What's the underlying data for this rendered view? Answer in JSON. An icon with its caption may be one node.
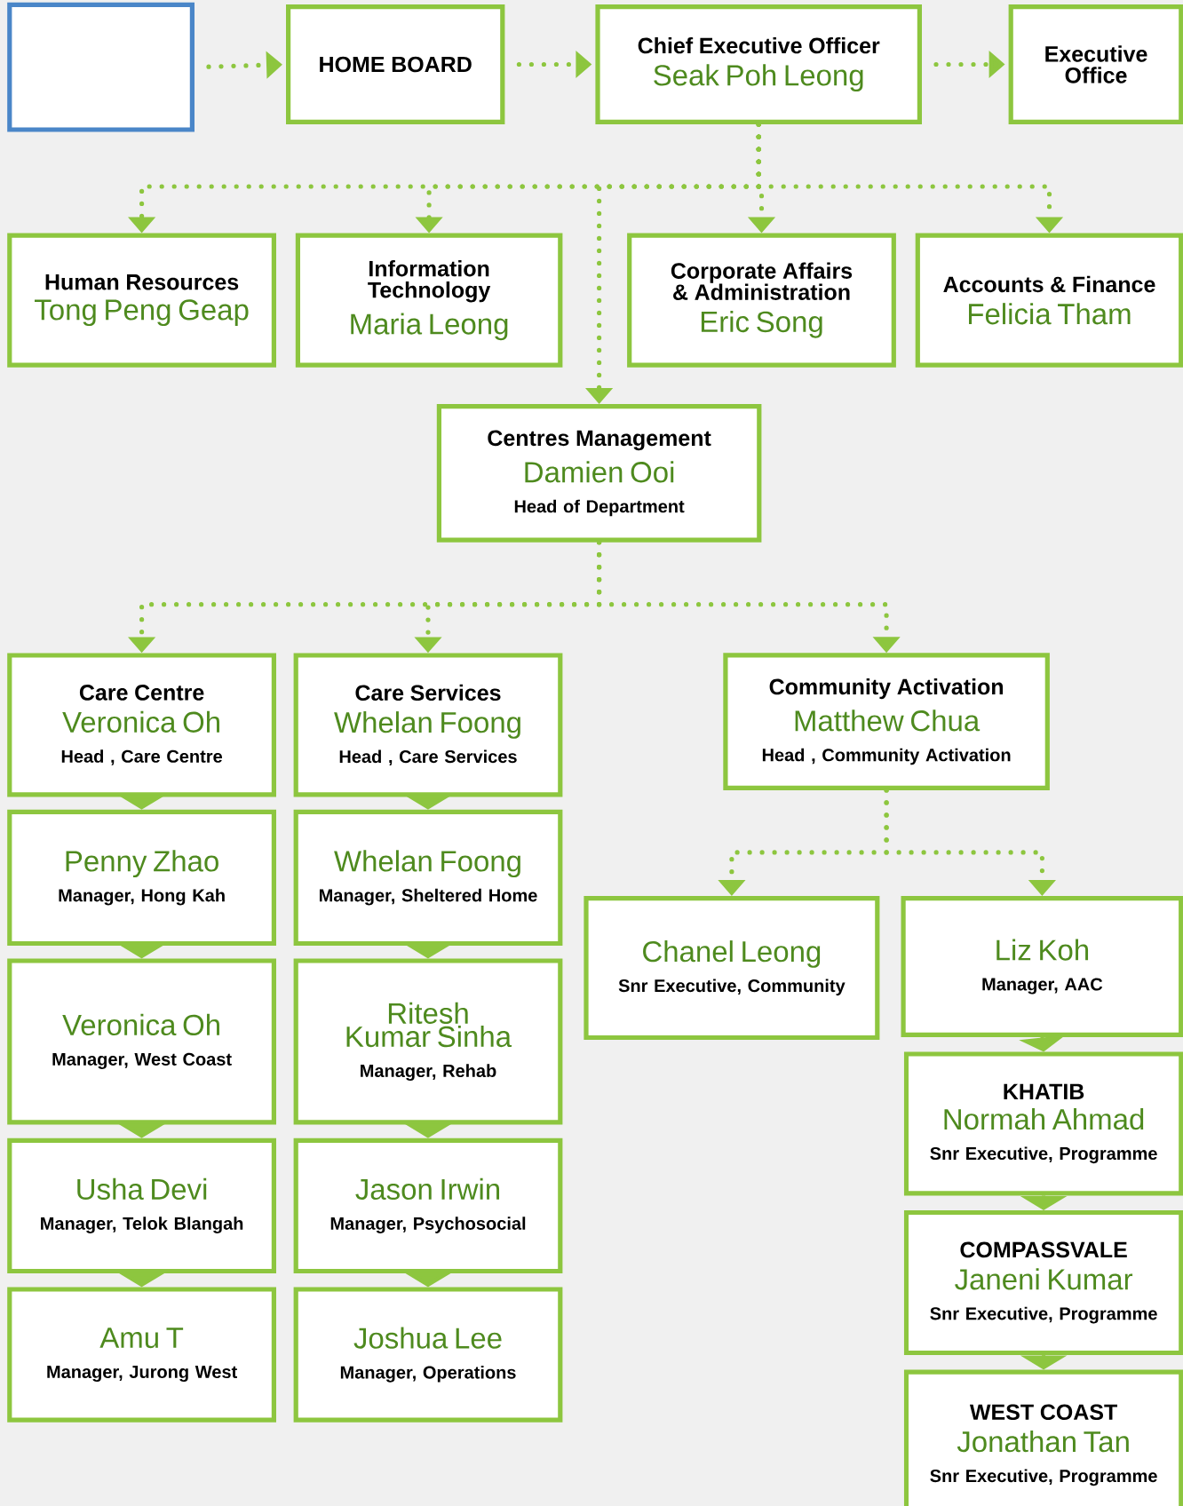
{
  "diagram": {
    "nodes": [
      {
        "text": [],
        "shape": "box"
      },
      {
        "text": [
          "HOME BOARD"
        ]
      },
      {
        "text": [
          "Chief Executive Officer",
          "Seak Poh Leong"
        ]
      },
      {
        "text": [
          "Executive Office"
        ]
      },
      {
        "text": [
          "Human Resources",
          "Tong Peng Geap"
        ]
      },
      {
        "text": [
          "Information Technology",
          "Maria Leong"
        ]
      },
      {
        "text": [
          "Corporate Affairs & Administration",
          "Eric Song"
        ]
      },
      {
        "text": [
          "Accounts & Finance",
          "Felicia Tham"
        ]
      },
      {
        "text": [
          "Centres Management",
          "Damien Ooi",
          "Head of Department"
        ]
      },
      {
        "text": [
          "Care Centre",
          "Veronica Oh",
          "Head , Care Centre"
        ]
      },
      {
        "text": [
          "Care Services",
          "Whelan Foong",
          "Head , Care Services"
        ]
      },
      {
        "text": [
          "Community Activation",
          "Matthew Chua",
          "Head , Community Activation"
        ]
      },
      {
        "text": [
          "Penny Zhao",
          "Manager, Hong Kah"
        ]
      },
      {
        "text": [
          "Whelan Foong",
          "Manager, Sheltered Home"
        ]
      },
      {
        "text": [
          "Chanel Leong",
          "Snr Executive, Community"
        ]
      },
      {
        "text": [
          "Liz Koh",
          "Manager, AAC"
        ]
      },
      {
        "text": [
          "Veronica Oh",
          "Manager, West Coast"
        ]
      },
      {
        "text": [
          "Ritesh Kumar Sinha",
          "Manager, Rehab"
        ]
      },
      {
        "text": [
          "KHATIB",
          "Normah Ahmad",
          "Snr Executive, Programme"
        ]
      },
      {
        "text": [
          "Usha Devi",
          "Manager, Telok Blangah"
        ]
      },
      {
        "text": [
          "Jason Irwin",
          "Manager, Psychosocial"
        ]
      },
      {
        "text": [
          "COMPASSVALE",
          "Janeni Kumar",
          "Snr Executive, Programme"
        ]
      },
      {
        "text": [
          "Amu T",
          "Manager, Jurong West"
        ]
      },
      {
        "text": [
          "Joshua Lee",
          "Manager, Operations"
        ]
      },
      {
        "text": [
          "WEST COAST",
          "Jonathan Tan",
          "Snr Executive, Programme"
        ]
      }
    ],
    "edges": [
      {
        "from": 0,
        "to": 1,
        "arrow": "to",
        "style": "dashed"
      },
      {
        "from": 1,
        "to": 2,
        "arrow": "to",
        "style": "dashed"
      },
      {
        "from": 2,
        "to": 3,
        "arrow": "to",
        "style": "dashed"
      },
      {
        "from": 2,
        "to": 4,
        "arrow": "to",
        "style": "dashed"
      },
      {
        "from": 2,
        "to": 5,
        "arrow": "to",
        "style": "dashed"
      },
      {
        "from": 2,
        "to": 6,
        "arrow": "to",
        "style": "dashed"
      },
      {
        "from": 2,
        "to": 7,
        "arrow": "to",
        "style": "dashed"
      },
      {
        "from": 2,
        "to": 8,
        "arrow": "to",
        "style": "dashed"
      },
      {
        "from": 8,
        "to": 9,
        "arrow": "to",
        "style": "dashed"
      },
      {
        "from": 8,
        "to": 10,
        "arrow": "to",
        "style": "dashed"
      },
      {
        "from": 8,
        "to": 11,
        "arrow": "to",
        "style": "dashed"
      },
      {
        "from": 9,
        "to": 12,
        "arrow": "to"
      },
      {
        "from": 12,
        "to": 16,
        "arrow": "to"
      },
      {
        "from": 16,
        "to": 19,
        "arrow": "to"
      },
      {
        "from": 19,
        "to": 22,
        "arrow": "to"
      },
      {
        "from": 10,
        "to": 13,
        "arrow": "to"
      },
      {
        "from": 13,
        "to": 17,
        "arrow": "to"
      },
      {
        "from": 17,
        "to": 20,
        "arrow": "to"
      },
      {
        "from": 20,
        "to": 23,
        "arrow": "to"
      },
      {
        "from": 11,
        "to": 14,
        "arrow": "to",
        "style": "dashed"
      },
      {
        "from": 11,
        "to": 15,
        "arrow": "to",
        "style": "dashed"
      },
      {
        "from": 15,
        "to": 18,
        "arrow": "to"
      },
      {
        "from": 18,
        "to": 21,
        "arrow": "to"
      },
      {
        "from": 21,
        "to": 24,
        "arrow": "to"
      }
    ]
  }
}
